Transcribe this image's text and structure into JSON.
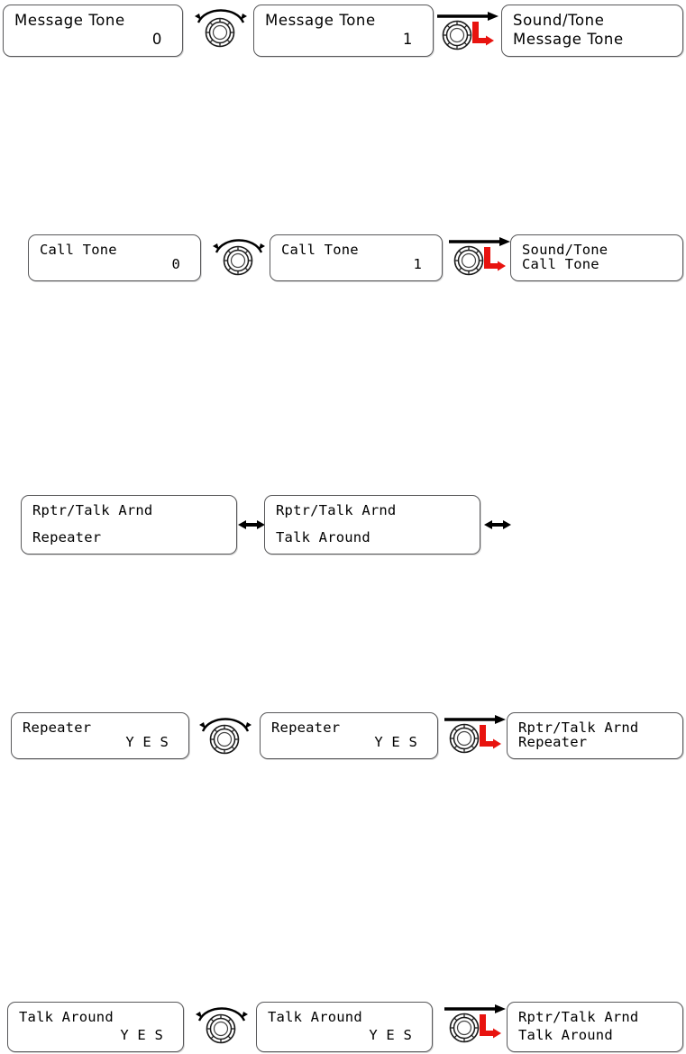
{
  "page": {
    "title": "Radio Menu Operation Diagrams",
    "bg_color": "#ffffff",
    "ink_color": "#000000",
    "accent_color": "#e8130f",
    "lcd_border_color": "#58585a"
  },
  "icons": {
    "knob": "rotary-knob-icon",
    "rotate_arc": "rotate-arc-arrow-icon",
    "right_arrow": "right-arrow-icon",
    "enter_arrow": "red-enter-l-arrow-icon",
    "double_arrow": "double-headed-arrow-icon"
  },
  "rows": [
    {
      "id": "message-tone",
      "before": {
        "top": "Message Tone",
        "bottom": "0",
        "bottom_align": "right"
      },
      "after": {
        "top": "Message Tone",
        "bottom": "1",
        "bottom_align": "right"
      },
      "result": {
        "top": "Sound/Tone",
        "bottom": "Message Tone",
        "bottom_align": "left"
      }
    },
    {
      "id": "call-tone",
      "before": {
        "top": "Call Tone",
        "bottom": "0",
        "bottom_align": "right"
      },
      "after": {
        "top": "Call Tone",
        "bottom": "1",
        "bottom_align": "right"
      },
      "result": {
        "top": "Sound/Tone",
        "bottom": "Call Tone",
        "bottom_align": "left"
      }
    },
    {
      "id": "rptr-talk-arnd-toggle",
      "before": {
        "top": "Rptr/Talk Arnd",
        "bottom": "Repeater",
        "bottom_align": "left"
      },
      "after": {
        "top": "Rptr/Talk Arnd",
        "bottom": "Talk Around",
        "bottom_align": "left"
      }
    },
    {
      "id": "repeater",
      "before": {
        "top": "Repeater",
        "bottom": "Y E S",
        "bottom_align": "right"
      },
      "after": {
        "top": "Repeater",
        "bottom": "Y E S",
        "bottom_align": "right"
      },
      "result": {
        "top": "Rptr/Talk Arnd",
        "bottom": "Repeater",
        "bottom_align": "left"
      }
    },
    {
      "id": "talk-around",
      "before": {
        "top": "Talk Around",
        "bottom": "Y E S",
        "bottom_align": "right"
      },
      "after": {
        "top": "Talk Around",
        "bottom": "Y E S",
        "bottom_align": "right"
      },
      "result": {
        "top": "Rptr/Talk Arnd",
        "bottom": "Talk Around",
        "bottom_align": "left"
      }
    }
  ]
}
